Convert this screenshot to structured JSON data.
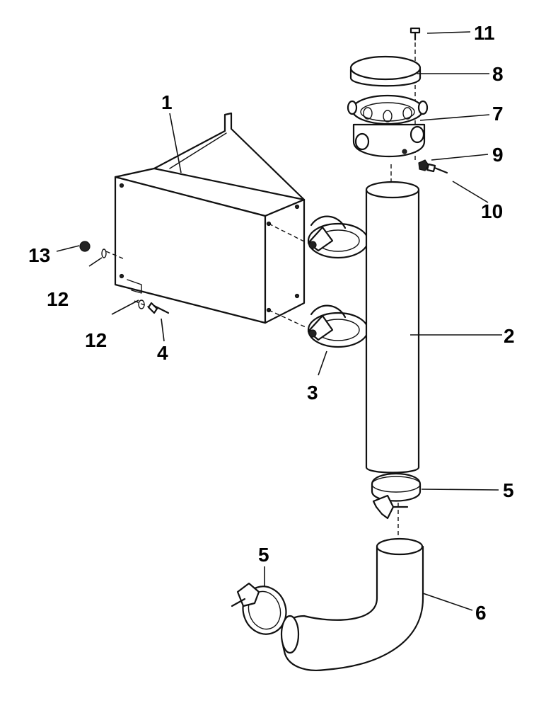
{
  "callouts": [
    {
      "id": "c1",
      "label": "1"
    },
    {
      "id": "c2",
      "label": "2"
    },
    {
      "id": "c3",
      "label": "3"
    },
    {
      "id": "c4",
      "label": "4"
    },
    {
      "id": "c5a",
      "label": "5"
    },
    {
      "id": "c5b",
      "label": "5"
    },
    {
      "id": "c6",
      "label": "6"
    },
    {
      "id": "c7",
      "label": "7"
    },
    {
      "id": "c8",
      "label": "8"
    },
    {
      "id": "c9",
      "label": "9"
    },
    {
      "id": "c10",
      "label": "10"
    },
    {
      "id": "c11",
      "label": "11"
    },
    {
      "id": "c12a",
      "label": "12"
    },
    {
      "id": "c12b",
      "label": "12"
    },
    {
      "id": "c13",
      "label": "13"
    }
  ]
}
